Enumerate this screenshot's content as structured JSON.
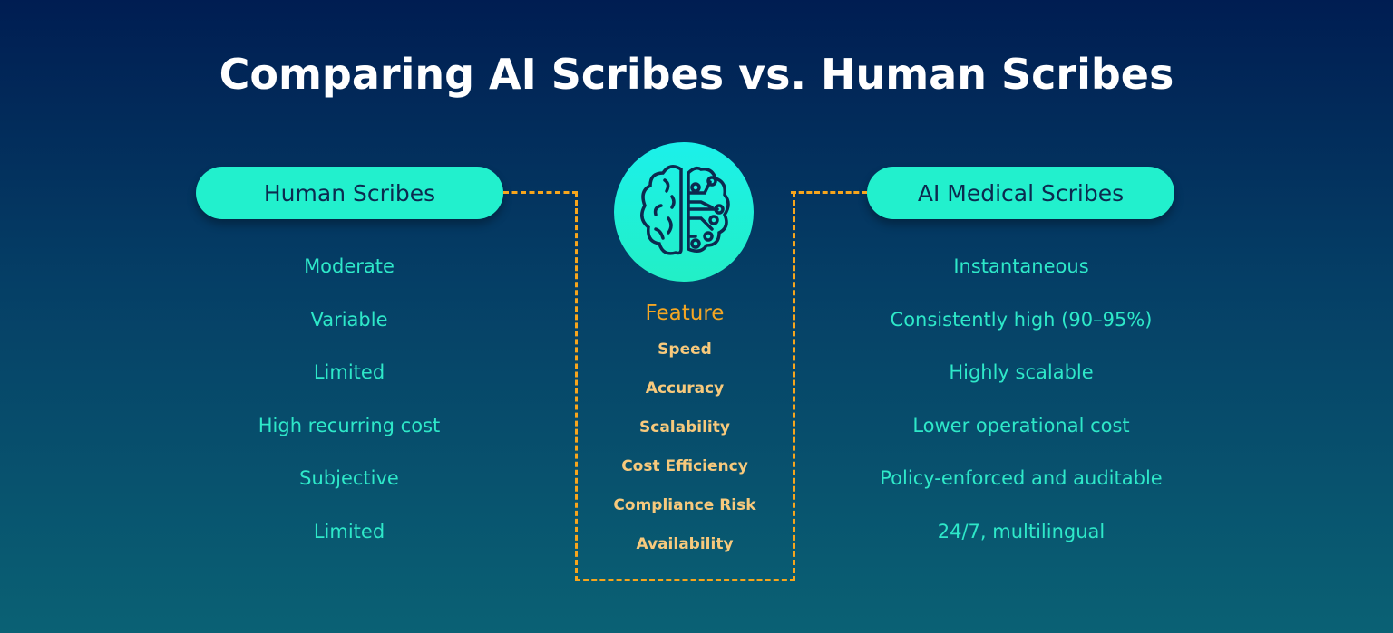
{
  "title": "Comparing AI Scribes vs. Human Scribes",
  "left": {
    "header": "Human Scribes",
    "values": [
      "Moderate",
      "Variable",
      "Limited",
      "High recurring cost",
      "Subjective",
      "Limited"
    ]
  },
  "center": {
    "icon": "brain-circuit-icon",
    "header": "Feature",
    "features": [
      "Speed",
      "Accuracy",
      "Scalability",
      "Cost Efficiency",
      "Compliance Risk",
      "Availability"
    ]
  },
  "right": {
    "header": "AI Medical Scribes",
    "values": [
      "Instantaneous",
      "Consistently high (90–95%)",
      "Highly scalable",
      "Lower operational cost",
      "Policy-enforced and auditable",
      "24/7, multilingual"
    ]
  },
  "colors": {
    "accent": "#22f0cd",
    "dash": "#f7a51c",
    "feature": "#f5a623"
  }
}
